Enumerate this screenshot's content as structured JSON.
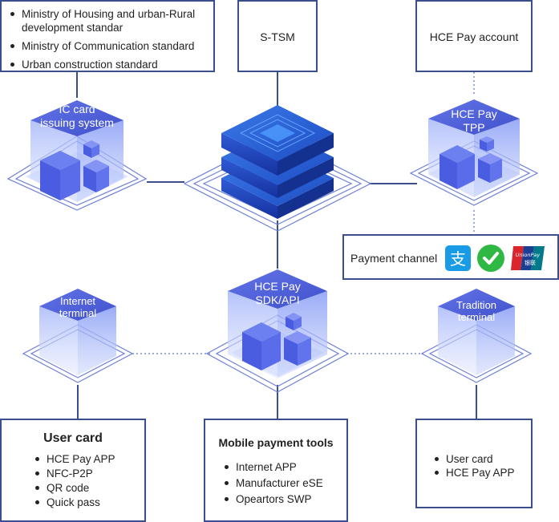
{
  "standards_box": {
    "items": [
      "Ministry of Housing and urban-Rural development standar",
      "Ministry of Communication standard",
      "Urban construction standard"
    ]
  },
  "stsm_box": {
    "label": "S-TSM"
  },
  "hce_account_box": {
    "label": "HCE Pay account"
  },
  "nodes": {
    "ic_card": {
      "line1": "IC card",
      "line2": "issuing system"
    },
    "hce_tpp": {
      "line1": "HCE Pay",
      "line2": "TPP"
    },
    "internet_terminal": {
      "line1": "Internet",
      "line2": "terminal"
    },
    "hce_sdk": {
      "line1": "HCE Pay",
      "line2": "SDK/API"
    },
    "tradition_terminal": {
      "line1": "Tradition",
      "line2": "terminal"
    }
  },
  "payment_channel": {
    "label": "Payment channel",
    "logos": [
      "alipay-logo",
      "wechat-pay-logo",
      "unionpay-logo"
    ],
    "unionpay_text": "UnionPay",
    "unionpay_subtext": "银联"
  },
  "user_card_box": {
    "title": "User card",
    "items": [
      "HCE Pay APP",
      "NFC-P2P",
      "QR code",
      "Quick pass"
    ]
  },
  "mobile_tools_box": {
    "title": "Mobile payment tools",
    "items": [
      "Internet APP",
      "Manufacturer eSE",
      "Opeartors SWP"
    ]
  },
  "tradition_box": {
    "items": [
      "User card",
      "HCE Pay APP"
    ]
  },
  "colors": {
    "border": "#3b4f8f",
    "cube_front": "#8fa4f5",
    "cube_dark": "#3d4fd6",
    "server": "#1d3fbf"
  }
}
